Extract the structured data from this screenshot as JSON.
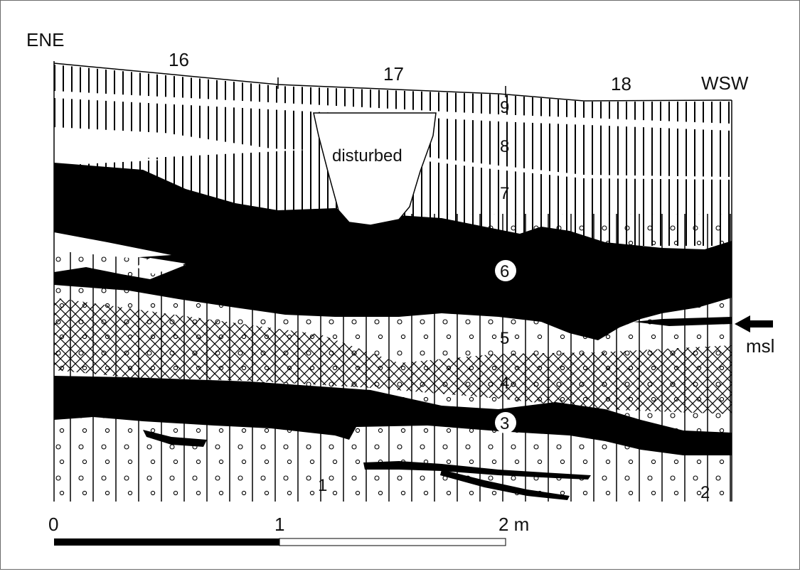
{
  "figure": {
    "orientation": {
      "left": "ENE",
      "right": "WSW"
    },
    "grid_squares": [
      "16",
      "17",
      "18"
    ],
    "layers": [
      {
        "label": "9",
        "fill": "vertical-hatch",
        "circled": false
      },
      {
        "label": "8",
        "fill": "vertical-hatch",
        "circled": false
      },
      {
        "label": "7",
        "fill": "vertical-hatch",
        "circled": false
      },
      {
        "label": "6",
        "fill": "solid-black",
        "circled": true
      },
      {
        "label": "5",
        "fill": "vertical-lines-with-pebbles",
        "circled": false
      },
      {
        "label": "4",
        "fill": "crosshatch",
        "circled": false
      },
      {
        "label": "3",
        "fill": "solid-black",
        "circled": true
      },
      {
        "label": "1",
        "fill": "vertical-lines-with-pebbles",
        "circled": false
      },
      {
        "label": "2",
        "fill": "vertical-lines-with-pebbles",
        "circled": false
      }
    ],
    "disturbed_label": "disturbed",
    "msl_label": "msl",
    "scale_bar": {
      "tick_labels": [
        "0",
        "1",
        "2 m"
      ]
    },
    "colors": {
      "ink": "#000000",
      "paper": "#ffffff",
      "frame": "#6b6b6b"
    }
  }
}
